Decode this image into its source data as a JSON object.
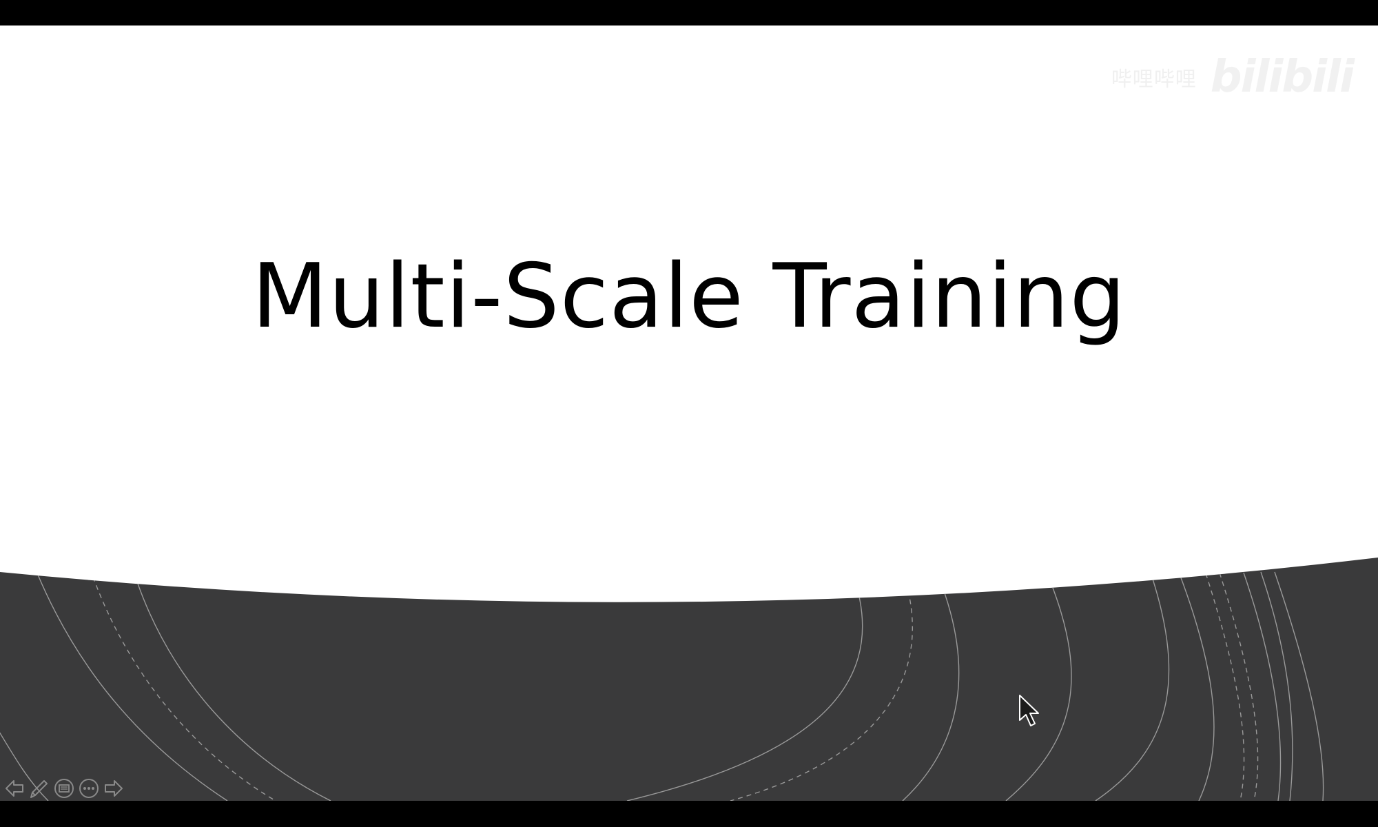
{
  "slide": {
    "title": "Multi-Scale Training",
    "background_color": "#ffffff",
    "footer_band_color": "#3a3a3b",
    "line_color": "#9a9a9a"
  },
  "watermark": {
    "channel_text": "哔哩哔哩",
    "logo_text": "bilibili"
  },
  "toolbar": {
    "buttons": [
      {
        "icon": "arrow-left-icon",
        "label": "Previous"
      },
      {
        "icon": "pen-icon",
        "label": "Pen"
      },
      {
        "icon": "slides-icon",
        "label": "See all slides"
      },
      {
        "icon": "more-options-icon",
        "label": "More options"
      },
      {
        "icon": "arrow-right-icon",
        "label": "Next"
      }
    ]
  },
  "cursor": {
    "icon": "mouse-pointer-icon"
  }
}
